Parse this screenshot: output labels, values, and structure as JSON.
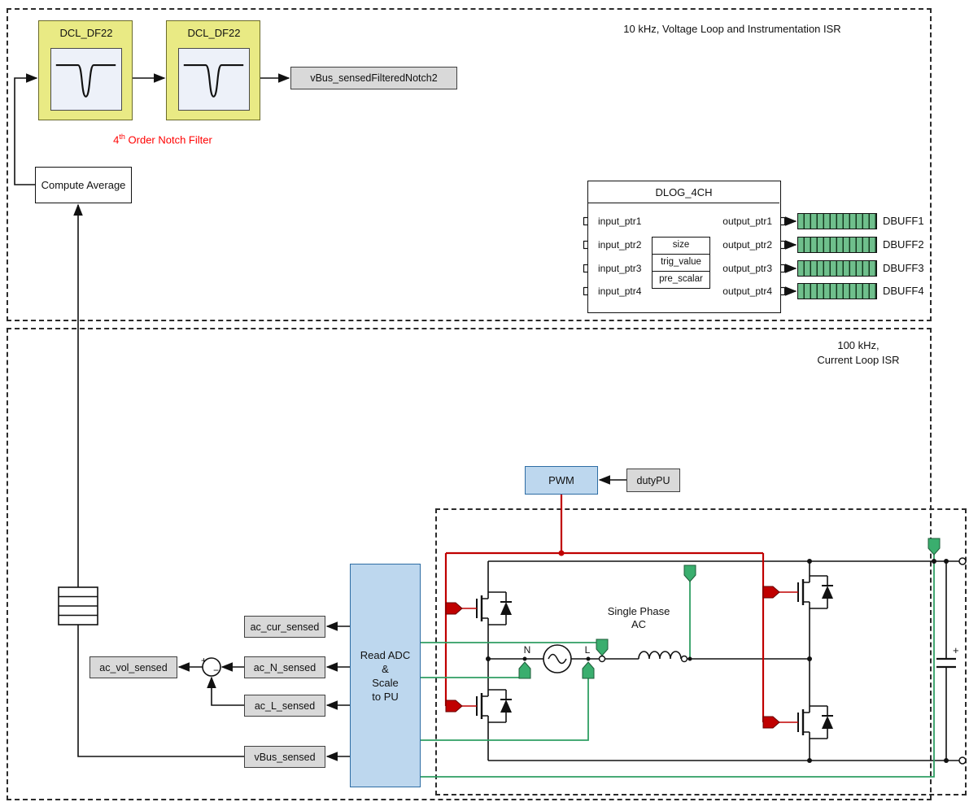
{
  "colors": {
    "block-yellow": "#e9ea84",
    "block-blue": "#bdd7ee",
    "block-gray": "#d9d9d9",
    "buffer-green": "#6fbf8c",
    "wire-red": "#c00000",
    "wire-green": "#2f9e63",
    "caption-red": "#ff0000"
  },
  "top_isr": {
    "title": "10 kHz, Voltage Loop and Instrumentation ISR"
  },
  "notch_filter": {
    "block1_title": "DCL_DF22",
    "block2_title": "DCL_DF22",
    "output_label": "vBus_sensedFilteredNotch2",
    "caption_prefix": "4",
    "caption_sup": "th",
    "caption_rest": " Order Notch Filter"
  },
  "compute_average": {
    "label": "Compute Average"
  },
  "dlog": {
    "title": "DLOG_4CH",
    "inputs": [
      "input_ptr1",
      "input_ptr2",
      "input_ptr3",
      "input_ptr4"
    ],
    "outputs": [
      "output_ptr1",
      "output_ptr2",
      "output_ptr3",
      "output_ptr4"
    ],
    "params": [
      "size",
      "trig_value",
      "pre_scalar"
    ],
    "buffers": [
      "DBUFF1",
      "DBUFF2",
      "DBUFF3",
      "DBUFF4"
    ]
  },
  "current_isr": {
    "title": "100 kHz,\nCurrent Loop ISR"
  },
  "control": {
    "pwm_label": "PWM",
    "duty_label": "dutyPU"
  },
  "adc": {
    "label": "Read ADC\n&\nScale\nto PU"
  },
  "signals": {
    "ac_cur": "ac_cur_sensed",
    "ac_n": "ac_N_sensed",
    "ac_l": "ac_L_sensed",
    "ac_vol": "ac_vol_sensed",
    "vbus": "vBus_sensed"
  },
  "circuit": {
    "phase_label": "Single Phase\nAC",
    "neutral_label": "N",
    "line_label": "L",
    "cap_plus": "+",
    "sum_plus": "+",
    "sum_minus": "−"
  }
}
